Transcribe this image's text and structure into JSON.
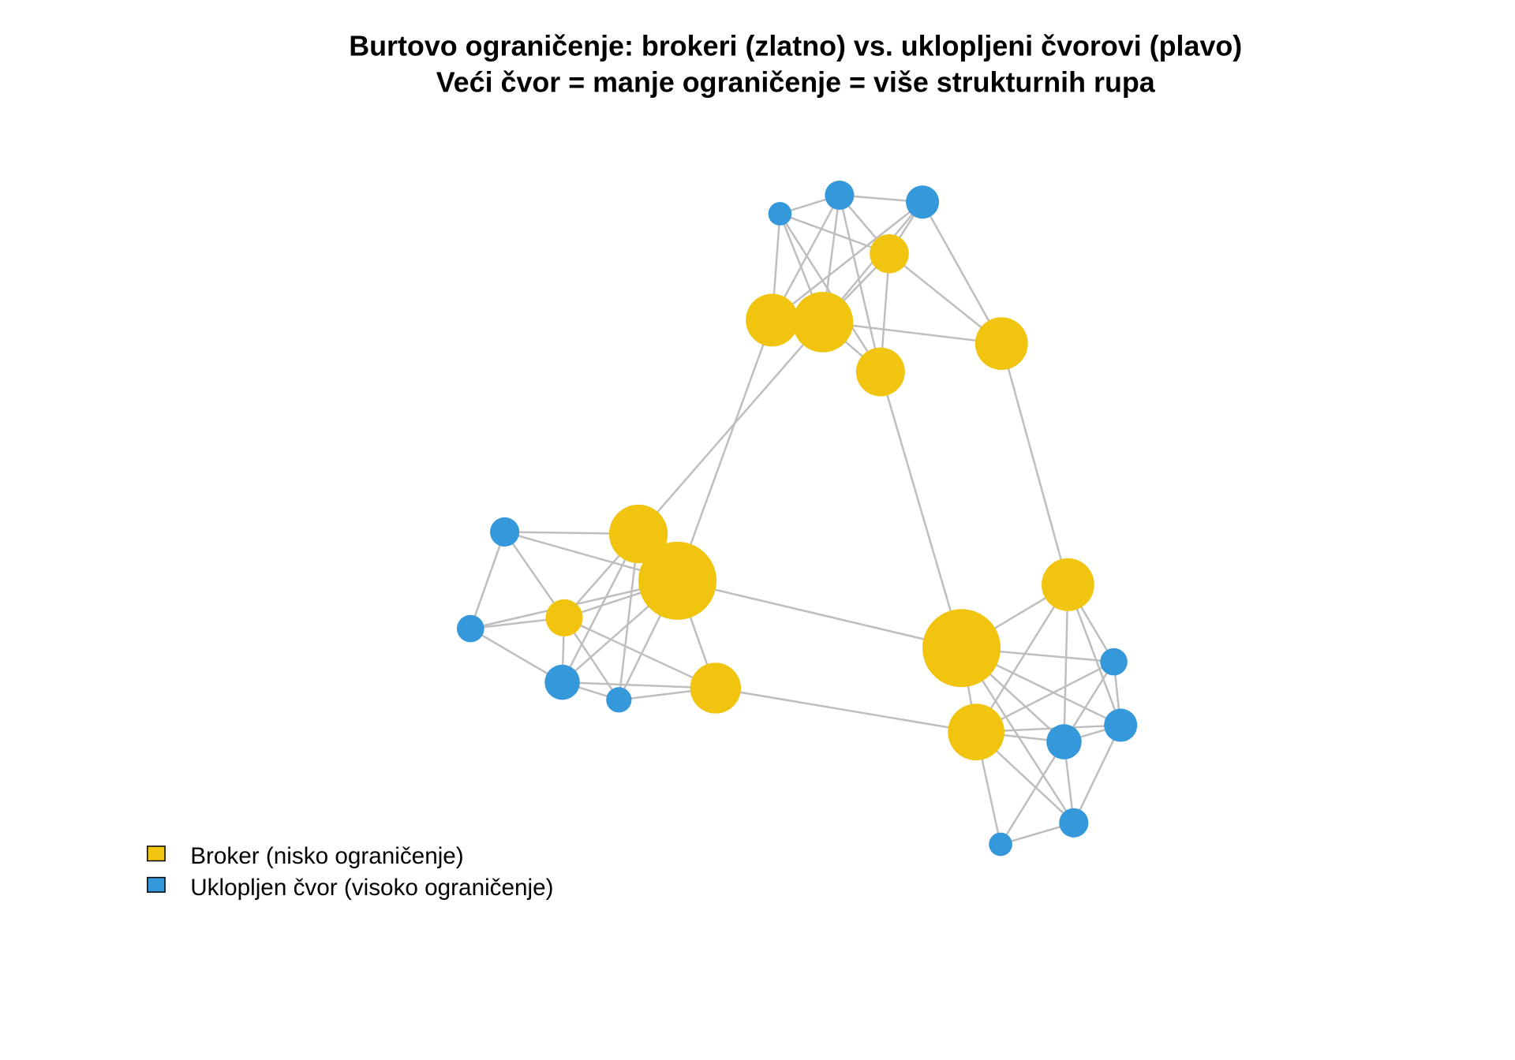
{
  "title": {
    "line1": "Burtovo ograničenje: brokeri (zlatno) vs. uklopljeni čvorovi (plavo)",
    "line2": "Veći čvor = manje ograničenje = više strukturnih rupa"
  },
  "colors": {
    "broker": "#F1C40F",
    "embedded": "#3498DB",
    "edge": "#BEBEBE"
  },
  "legend": [
    {
      "label": "Broker (nisko ograničenje)",
      "type": "broker"
    },
    {
      "label": "Uklopljen čvor (visoko ograničenje)",
      "type": "embedded"
    }
  ],
  "graph": {
    "nodes": [
      {
        "id": "A",
        "type": "embedded"
      },
      {
        "id": "B",
        "type": "embedded"
      },
      {
        "id": "C",
        "type": "embedded"
      },
      {
        "id": "D",
        "type": "broker"
      },
      {
        "id": "E",
        "type": "broker"
      },
      {
        "id": "F",
        "type": "broker"
      },
      {
        "id": "G",
        "type": "broker"
      },
      {
        "id": "H",
        "type": "broker"
      },
      {
        "id": "I",
        "type": "embedded"
      },
      {
        "id": "J",
        "type": "broker"
      },
      {
        "id": "K",
        "type": "broker"
      },
      {
        "id": "L",
        "type": "broker"
      },
      {
        "id": "M",
        "type": "embedded"
      },
      {
        "id": "N",
        "type": "embedded"
      },
      {
        "id": "O",
        "type": "embedded"
      },
      {
        "id": "P",
        "type": "broker"
      },
      {
        "id": "Q",
        "type": "broker"
      },
      {
        "id": "R",
        "type": "broker"
      },
      {
        "id": "S",
        "type": "embedded"
      },
      {
        "id": "T",
        "type": "broker"
      },
      {
        "id": "U",
        "type": "embedded"
      },
      {
        "id": "V",
        "type": "embedded"
      },
      {
        "id": "W",
        "type": "embedded"
      },
      {
        "id": "X",
        "type": "embedded"
      }
    ],
    "edges": [
      [
        "A",
        "B"
      ],
      [
        "B",
        "C"
      ],
      [
        "A",
        "D"
      ],
      [
        "A",
        "F"
      ],
      [
        "A",
        "E"
      ],
      [
        "A",
        "G"
      ],
      [
        "B",
        "E"
      ],
      [
        "B",
        "F"
      ],
      [
        "B",
        "G"
      ],
      [
        "B",
        "D"
      ],
      [
        "C",
        "D"
      ],
      [
        "C",
        "F"
      ],
      [
        "C",
        "E"
      ],
      [
        "C",
        "H"
      ],
      [
        "D",
        "F"
      ],
      [
        "D",
        "G"
      ],
      [
        "D",
        "H"
      ],
      [
        "E",
        "F"
      ],
      [
        "F",
        "G"
      ],
      [
        "F",
        "H"
      ],
      [
        "E",
        "K"
      ],
      [
        "F",
        "J"
      ],
      [
        "G",
        "R"
      ],
      [
        "H",
        "Q"
      ],
      [
        "K",
        "R"
      ],
      [
        "P",
        "T"
      ],
      [
        "I",
        "J"
      ],
      [
        "I",
        "K"
      ],
      [
        "I",
        "L"
      ],
      [
        "I",
        "M"
      ],
      [
        "M",
        "L"
      ],
      [
        "M",
        "K"
      ],
      [
        "M",
        "N"
      ],
      [
        "J",
        "L"
      ],
      [
        "J",
        "N"
      ],
      [
        "J",
        "O"
      ],
      [
        "K",
        "L"
      ],
      [
        "K",
        "N"
      ],
      [
        "K",
        "O"
      ],
      [
        "K",
        "P"
      ],
      [
        "L",
        "P"
      ],
      [
        "L",
        "N"
      ],
      [
        "L",
        "O"
      ],
      [
        "N",
        "O"
      ],
      [
        "O",
        "P"
      ],
      [
        "N",
        "P"
      ],
      [
        "Q",
        "R"
      ],
      [
        "Q",
        "S"
      ],
      [
        "Q",
        "U"
      ],
      [
        "Q",
        "V"
      ],
      [
        "Q",
        "T"
      ],
      [
        "R",
        "S"
      ],
      [
        "R",
        "T"
      ],
      [
        "R",
        "U"
      ],
      [
        "R",
        "V"
      ],
      [
        "R",
        "W"
      ],
      [
        "T",
        "U"
      ],
      [
        "T",
        "V"
      ],
      [
        "T",
        "S"
      ],
      [
        "T",
        "X"
      ],
      [
        "T",
        "W"
      ],
      [
        "U",
        "V"
      ],
      [
        "U",
        "S"
      ],
      [
        "U",
        "W"
      ],
      [
        "U",
        "X"
      ],
      [
        "V",
        "W"
      ],
      [
        "W",
        "X"
      ],
      [
        "S",
        "V"
      ]
    ]
  }
}
